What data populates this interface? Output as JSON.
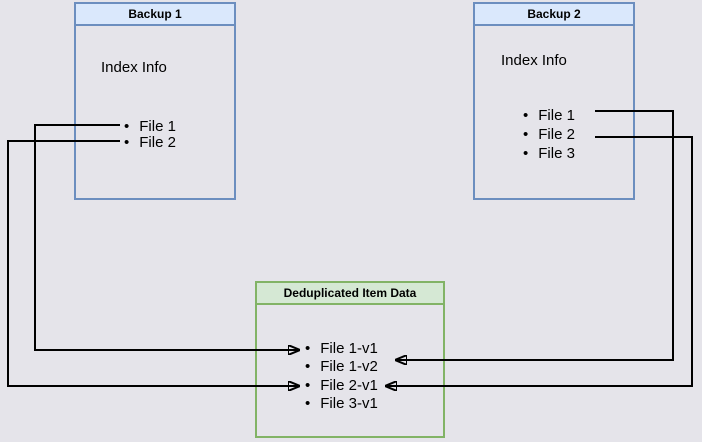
{
  "diagram": {
    "background_color": "#e5e4ea",
    "colors": {
      "backup_box_border": "#6c8ebf",
      "backup_box_header_fill": "#dae8fc",
      "dedup_box_border": "#82b366",
      "dedup_box_header_fill": "#d5e8d4",
      "line": "#000000",
      "text": "#000000"
    },
    "boxes": {
      "backup1": {
        "title": "Backup 1",
        "subtitle": "Index Info",
        "items": [
          "File 1",
          "File 2"
        ]
      },
      "backup2": {
        "title": "Backup 2",
        "subtitle": "Index Info",
        "items": [
          "File 1",
          "File 2",
          "File 3"
        ]
      },
      "dedup": {
        "title": "Deduplicated Item Data",
        "items": [
          "File 1-v1",
          "File 1-v2",
          "File 2-v1",
          "File 3-v1"
        ]
      }
    },
    "edges": [
      {
        "from": "Backup 1 / File 1",
        "to": "Deduplicated Item Data / File 1-v1",
        "side": "left"
      },
      {
        "from": "Backup 1 / File 2",
        "to": "Deduplicated Item Data / File 2-v1",
        "side": "left"
      },
      {
        "from": "Backup 2 / File 1",
        "to": "Deduplicated Item Data / File 1-v2",
        "side": "right"
      },
      {
        "from": "Backup 2 / File 2",
        "to": "Deduplicated Item Data / File 2-v1",
        "side": "right"
      }
    ]
  }
}
